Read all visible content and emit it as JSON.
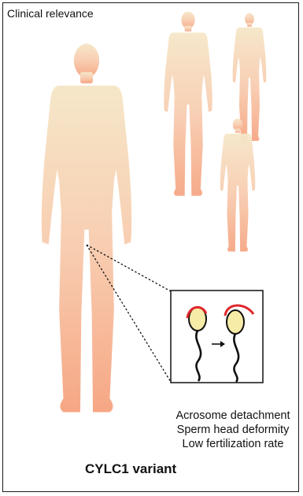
{
  "panel": {
    "title": "Clinical relevance",
    "findings": [
      "Acrosome detachment",
      "Sperm head deformity",
      "Low fertilization rate"
    ],
    "variant_label": "CYLC1 variant"
  },
  "colors": {
    "figure_top": "#f5e6c8",
    "figure_bottom": "#f6a988",
    "acrosome": "#e0262b",
    "sperm_head": "#f7eba8",
    "line": "#111111"
  }
}
